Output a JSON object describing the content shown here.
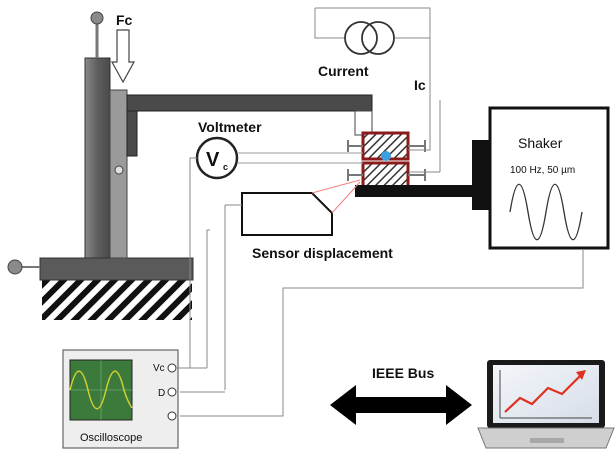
{
  "labels": {
    "force": "Fc",
    "current": "Current",
    "current_symbol": "Ic",
    "voltmeter": "Voltmeter",
    "voltmeter_symbol": "V",
    "voltmeter_subscript": "c",
    "shaker": "Shaker",
    "shaker_spec": "100 Hz, 50 µm",
    "sensor": "Sensor displacement",
    "bus": "IEEE Bus",
    "oscilloscope": "Oscilloscope",
    "port_vc": "Vc",
    "port_d": "D"
  },
  "colors": {
    "frame": "#6e6e6e",
    "frame_dark": "#3a3a3a",
    "contact_block": "#8b1a1a",
    "contact_dot": "#3aa0e0",
    "laser": "#f08080",
    "scope_green": "#3c7a3c",
    "scope_trace": "#d0d030",
    "chart_red": "#e03020"
  }
}
